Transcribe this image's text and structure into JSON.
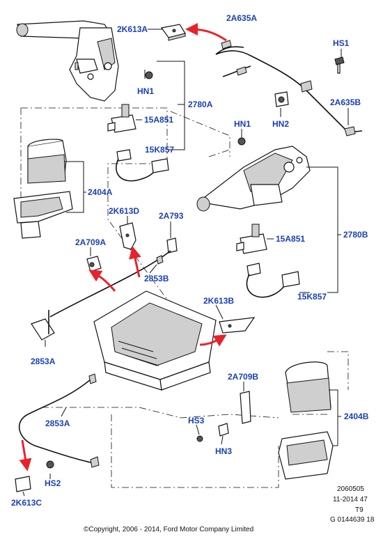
{
  "labels": {
    "2K613A_top": "2K613A",
    "2A635A": "2A635A",
    "HS1": "HS1",
    "HN1": "HN1",
    "2780A": "2780A",
    "15A851_top": "15A851",
    "15K857_top": "15K857",
    "2A635B": "2A635B",
    "HN2": "HN2",
    "HN1_mid": "HN1",
    "2404A": "2404A",
    "2K613D": "2K613D",
    "2A793": "2A793",
    "2A709A": "2A709A",
    "2780B": "2780B",
    "15A851_mid": "15A851",
    "2853B": "2853B",
    "15K857_mid": "15K857",
    "2K613B": "2K613B",
    "2853A_left": "2853A",
    "2A709B": "2A709B",
    "2853A_low": "2853A",
    "2404B": "2404B",
    "HS3": "HS3",
    "HN3": "HN3",
    "HS2": "HS2",
    "2K613C": "2K613C"
  },
  "footer": {
    "code1": "2060505",
    "code2": "11-2014 47",
    "code3": "T9",
    "code4": "G 0144639 18",
    "copyright": "©Copyright, 2006 - 2014, Ford Motor Company Limited"
  },
  "colors": {
    "label": "#1a3fb5",
    "arrow": "#e8222a"
  }
}
